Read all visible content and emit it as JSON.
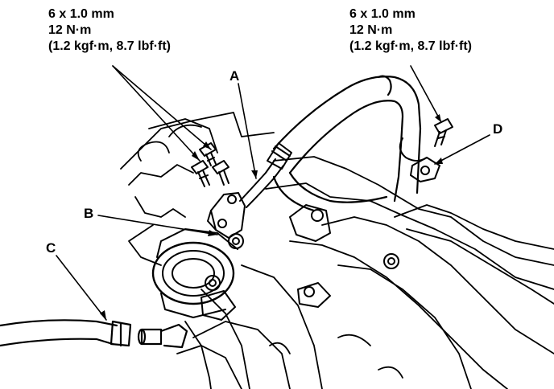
{
  "torque_spec_left": {
    "bolt_size": "6 x 1.0 mm",
    "torque": "12 N·m",
    "torque_alt": "(1.2 kgf·m, 8.7 lbf·ft)"
  },
  "torque_spec_right": {
    "bolt_size": "6 x 1.0 mm",
    "torque": "12 N·m",
    "torque_alt": "(1.2 kgf·m, 8.7 lbf·ft)"
  },
  "callouts": {
    "a": "A",
    "b": "B",
    "c": "C",
    "d": "D"
  }
}
